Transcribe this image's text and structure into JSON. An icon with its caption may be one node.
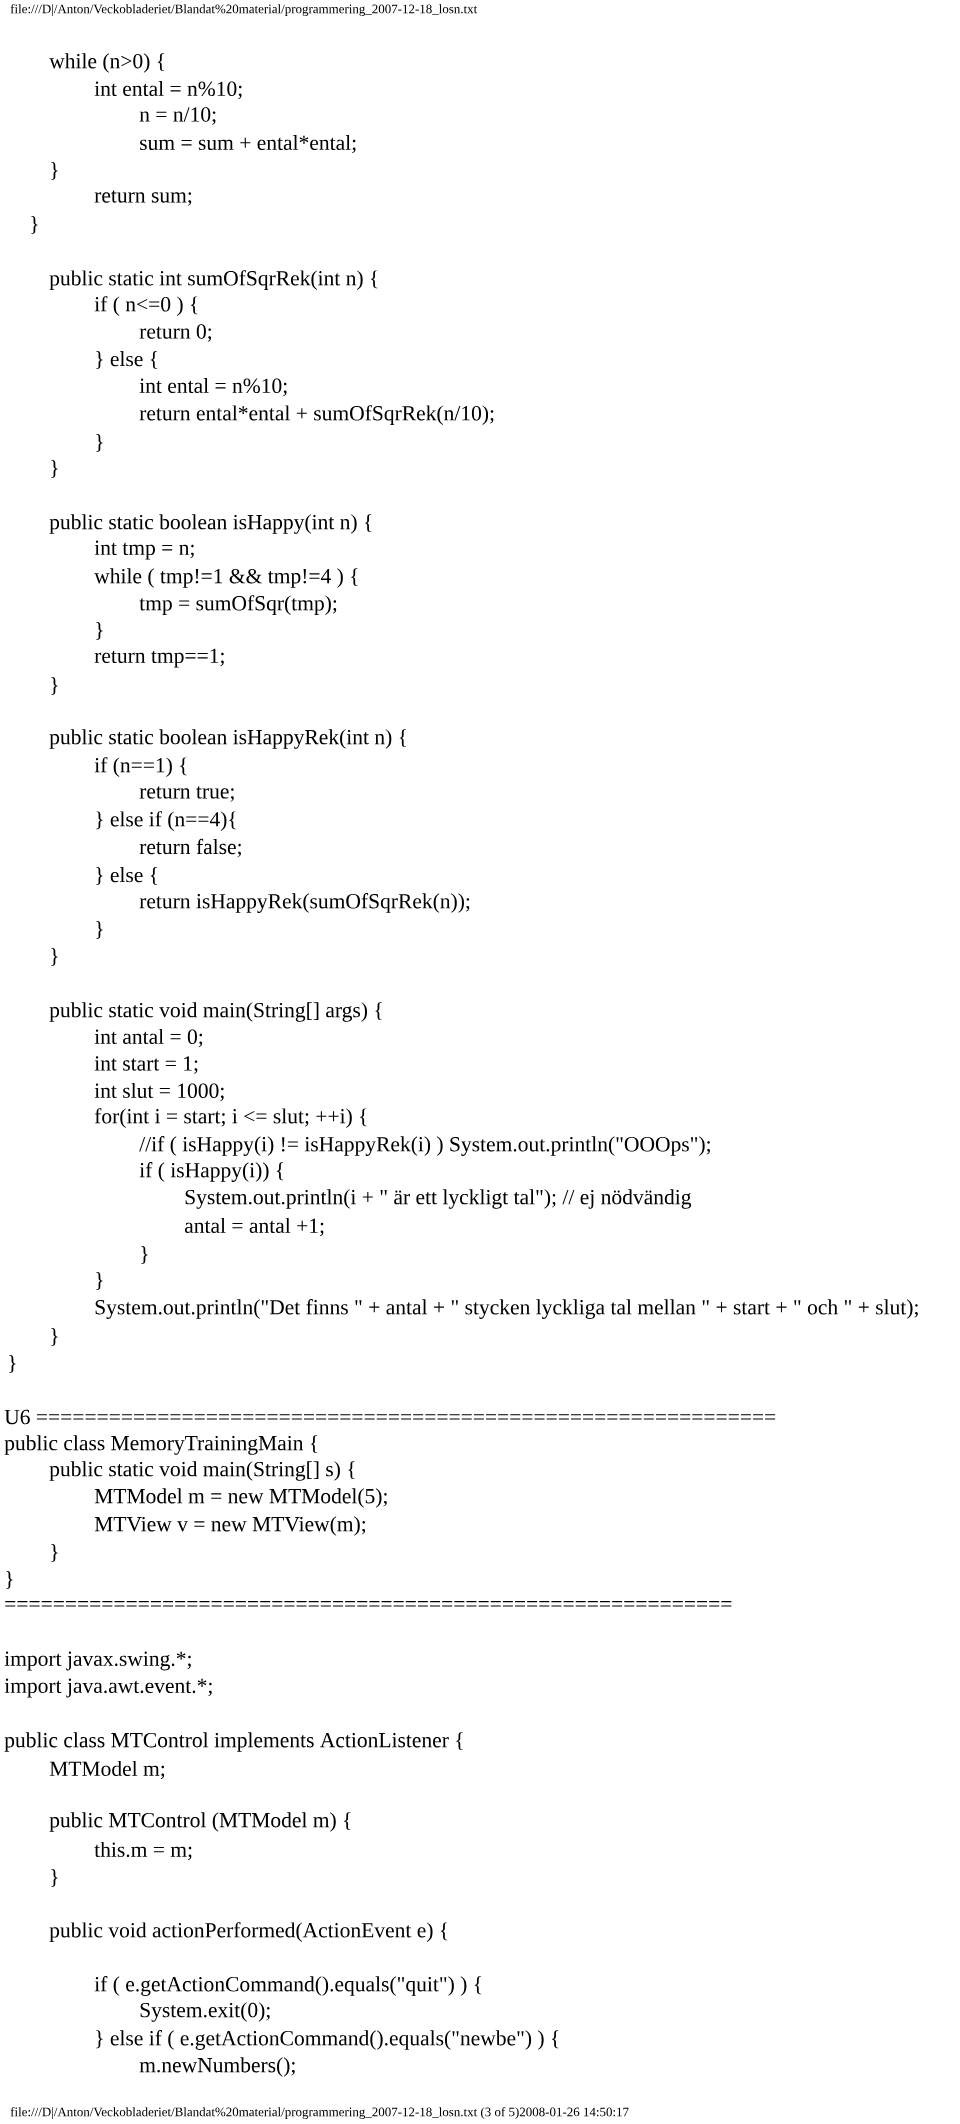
{
  "diagram": {
    "labels": [
      "file:///D|/Anton/Veckobladeriet/Blandat%20material/programmering_2007-12-18_losn.txt",
      "while (n>0) {",
      "int ental = n%10;",
      "n = n/10;",
      "sum = sum + ental*ental;",
      "}",
      "return sum;",
      "}",
      "public static int sumOfSqrRek(int n) {",
      "if ( n<=0 ) {",
      "return 0;",
      "} else {",
      "int ental = n%10;",
      "return ental*ental + sumOfSqrRek(n/10);",
      "}",
      "}",
      "public static boolean isHappy(int n) {",
      "int tmp = n;",
      "while ( tmp!=1 && tmp!=4 ) {",
      "tmp = sumOfSqr(tmp);",
      "}",
      "return tmp==1;",
      "}",
      "public static boolean isHappyRek(int n) {",
      "if (n==1) {",
      "return true;",
      "} else if (n==4){",
      "return false;",
      "} else {",
      "return isHappyRek(sumOfSqrRek(n));",
      "}",
      "}",
      "public static void main(String[] args) {",
      "int antal = 0;",
      "int start = 1;",
      "int slut = 1000;",
      "for(int i = start; i <= slut; ++i) {",
      "//if ( isHappy(i) != isHappyRek(i) ) System.out.println(\"OOOps\");",
      "if ( isHappy(i)) {",
      "System.out.println(i + \" är ett lyckligt tal\"); // ej nödvändig",
      "antal = antal +1;",
      "}",
      "}",
      "System.out.println(\"Det finns \" + antal + \" stycken lyckliga tal mellan \" + start + \" och \" + slut);",
      "}",
      "}",
      "U6 =============================================================",
      "public class MemoryTrainingMain {",
      "public static void main(String[] s) {",
      "MTModel m = new MTModel(5);",
      "MTView v = new MTView(m);",
      "}",
      "}",
      "============================================================",
      "import javax.swing.*;",
      "import java.awt.event.*;",
      "public class MTControl implements ActionListener {",
      "MTModel m;",
      "public MTControl (MTModel m) {",
      "this.m = m;",
      "}",
      "public void actionPerformed(ActionEvent e) {",
      "if ( e.getActionCommand().equals(\"quit\") ) {",
      "System.exit(0);",
      "} else if ( e.getActionCommand().equals(\"newbe\") ) {",
      "m.newNumbers();",
      "file:///D|/Anton/Veckobladeriet/Blandat%20material/programmering_2007-12-18_losn.txt (3 of 5)2008-01-26 14:50:17"
    ]
  }
}
